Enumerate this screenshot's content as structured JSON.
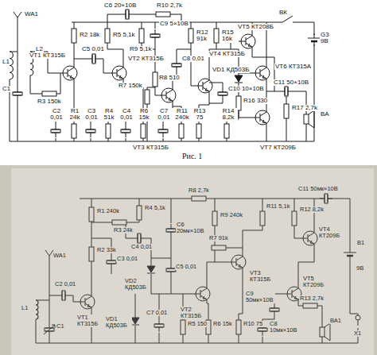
{
  "diagram": {
    "caption": "Рис. 1",
    "labels": [
      "WA1",
      "L1",
      "L2",
      "C1",
      "VT1 КТ315Б",
      "R2 18k",
      "R5 5,1k",
      "C6 20×10В",
      "R10 2,7k",
      "R9 5,1k",
      "C9 5×10В",
      "R12 91k",
      "R15 16k",
      "VT5 КТ208Б",
      "ВК",
      "G3 9В",
      "C5 0,01",
      "VT2 КТ315Б",
      "C8 0,01",
      "R8 510",
      "R7 150k",
      "VT4 КТ315Б",
      "VD1 КД503Б",
      "VT6 КТ315А",
      "C11 50×10В",
      "R3 150k",
      "C10 10×10В",
      "R16 330",
      "R17 2,7k",
      "BA",
      "C2 0,01",
      "R1 24k",
      "C3 0,01",
      "R4 51k",
      "C4 0,01",
      "R6 15k",
      "C7 0,01",
      "R11 240k",
      "R13 75",
      "R14 8,2k",
      "VT3 КТ315Б",
      "VT7 КТ209Б",
      "R1 240k",
      "R2 33k",
      "R3 24k",
      "R4 5,1k",
      "C4 0,01",
      "C6 20мк×10В",
      "R8 2,7k",
      "R9 240k",
      "R11 5,1k",
      "R12 8,2k",
      "VT4 КТ209Б",
      "C11 50мк×10В",
      "B1",
      "WA1",
      "C3 0,01",
      "VD2 КД503Б",
      "C5 0,01",
      "R7 91k",
      "VT3 КТ315Б",
      "L1",
      "C2 0,01",
      "VT1 КТ315Б",
      "VT2 КТ315Б",
      "VT5 КТ209Б",
      "R13 2,7k",
      "9В",
      "C9 50мк×10В",
      "C1",
      "VD1 КД503Б",
      "C7 0,01",
      "R5 150",
      "R6 15k",
      "R10 75",
      "C8 10мк×10В",
      "ВА1",
      "X1"
    ]
  }
}
